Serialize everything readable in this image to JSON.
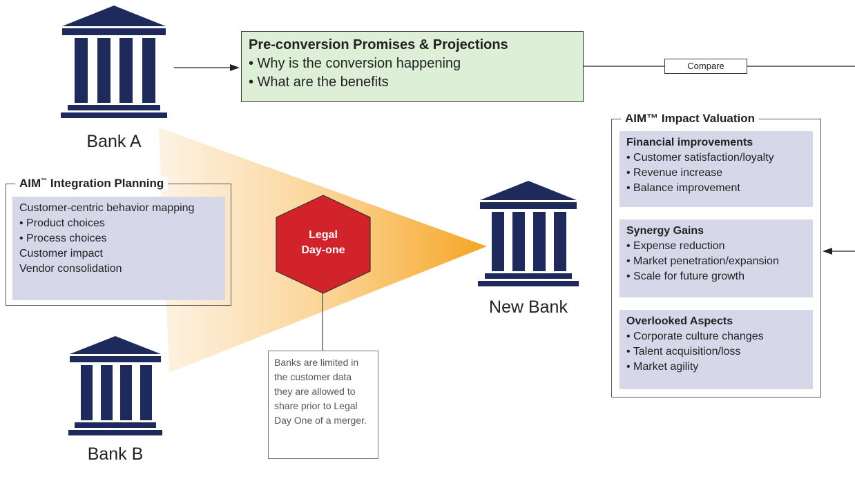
{
  "banks": {
    "bank_a": "Bank A",
    "bank_b": "Bank B",
    "new_bank": "New Bank"
  },
  "promises": {
    "title": "Pre-conversion Promises & Projections",
    "items": [
      "• Why is the conversion happening",
      "• What are the benefits"
    ]
  },
  "compare_label": "Compare",
  "integration": {
    "title": "AIM",
    "tm": "™",
    "title_rest": " Integration Planning",
    "lines": [
      "Customer-centric behavior mapping",
      "• Product choices",
      "• Process choices",
      "Customer impact",
      "Vendor consolidation"
    ]
  },
  "legal": {
    "line1": "Legal",
    "line2": "Day-one",
    "note": "Banks are limited in the customer data they are allowed to share prior to Legal Day One of a merger."
  },
  "impact": {
    "title": "AIM™ Impact Valuation",
    "sections": [
      {
        "heading": "Financial improvements",
        "items": [
          "• Customer satisfaction/loyalty",
          "• Revenue increase",
          "• Balance improvement"
        ]
      },
      {
        "heading": "Synergy Gains",
        "items": [
          "• Expense reduction",
          "• Market penetration/expansion",
          "• Scale for future growth"
        ]
      },
      {
        "heading": "Overlooked Aspects",
        "items": [
          "• Corporate culture changes",
          "• Talent acquisition/loss",
          "• Market agility"
        ]
      }
    ]
  },
  "colors": {
    "bank_navy": "#1f2a5c",
    "hexagon_red": "#d2232a",
    "promise_green": "#ddf0d7",
    "panel_lavender": "#d6d8ea",
    "funnel_orange": "#f5a623"
  }
}
